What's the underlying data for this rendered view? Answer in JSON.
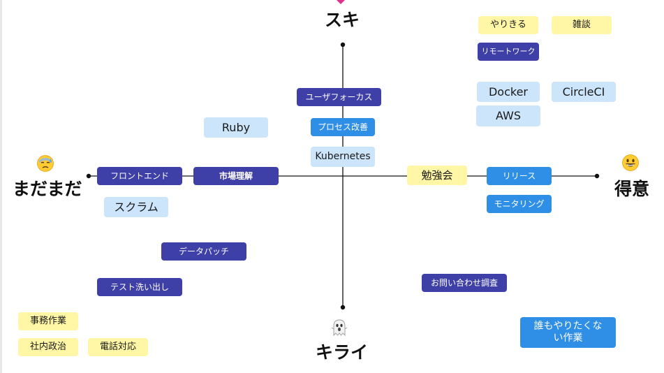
{
  "axes": {
    "top": "スキ",
    "bottom": "キライ",
    "left": "まだまだ",
    "right": "得意"
  },
  "emojis": {
    "left": "sweat-face-icon",
    "right": "smile-face-icon",
    "bottom": "ghost-icon"
  },
  "colors": {
    "navy": "#3f3fa8",
    "blue": "#2f8fe6",
    "light_blue": "#cce5fb",
    "yellow": "#fff6a6",
    "axis": "#111111",
    "marker": "#e0338c"
  },
  "stickies": [
    {
      "text": "やりきる",
      "color": "yellow"
    },
    {
      "text": "雑談",
      "color": "yellow"
    },
    {
      "text": "リモートワーク",
      "color": "navy"
    },
    {
      "text": "Docker",
      "color": "light"
    },
    {
      "text": "CircleCI",
      "color": "light"
    },
    {
      "text": "AWS",
      "color": "light"
    },
    {
      "text": "ユーザフォーカス",
      "color": "navy"
    },
    {
      "text": "プロセス改善",
      "color": "blue"
    },
    {
      "text": "Kubernetes",
      "color": "light"
    },
    {
      "text": "Ruby",
      "color": "light"
    },
    {
      "text": "フロントエンド",
      "color": "navy"
    },
    {
      "text": "市場理解",
      "color": "navy"
    },
    {
      "text": "勉強会",
      "color": "yellow"
    },
    {
      "text": "リリース",
      "color": "blue"
    },
    {
      "text": "モニタリング",
      "color": "blue"
    },
    {
      "text": "スクラム",
      "color": "light"
    },
    {
      "text": "データパッチ",
      "color": "navy"
    },
    {
      "text": "テスト洗い出し",
      "color": "navy"
    },
    {
      "text": "お問い合わせ調査",
      "color": "navy"
    },
    {
      "text": "事務作業",
      "color": "yellow"
    },
    {
      "text": "社内政治",
      "color": "yellow"
    },
    {
      "text": "電話対応",
      "color": "yellow"
    },
    {
      "text": "誰もやりたくない作業",
      "color": "blue"
    }
  ]
}
